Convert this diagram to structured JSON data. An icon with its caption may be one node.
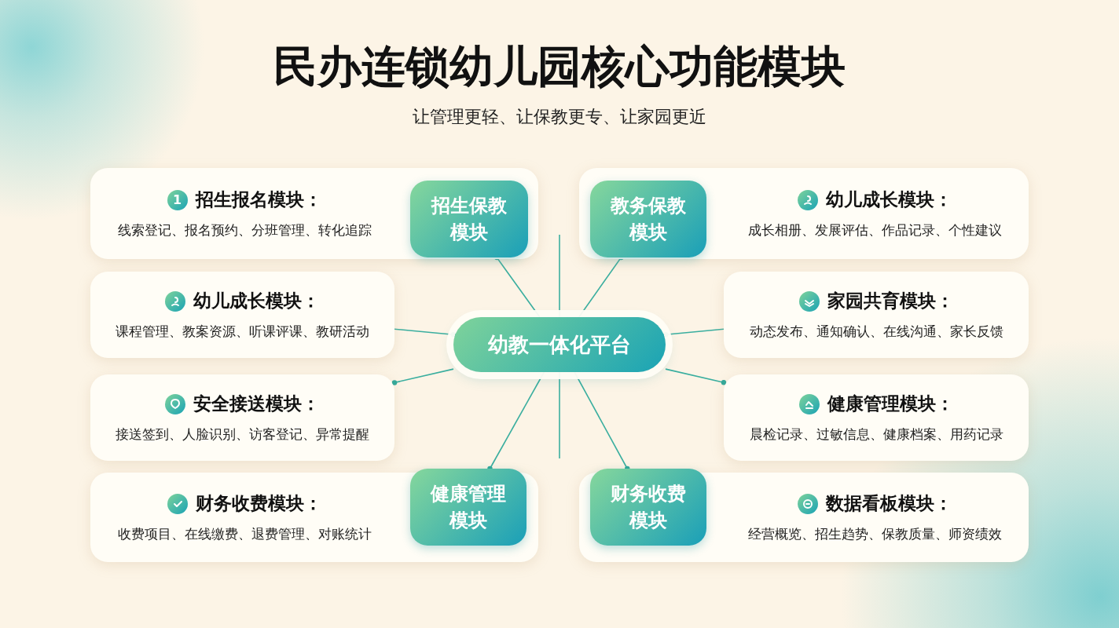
{
  "diagram": {
    "title": "民办连锁幼儿园核心功能模块",
    "caption": "让管理更轻、让保教更专、让家园更近",
    "nodes": [
      {
        "text": [
          "幼教一体化平台"
        ]
      },
      {
        "text": [
          "1",
          "招生报名模块：",
          "线索登记、报名预约、分班管理、转化追踪"
        ]
      },
      {
        "text": [
          "招生保教模块"
        ],
        "in": 1
      },
      {
        "text": [
          "幼儿成长模块：",
          "课程管理、教案资源、听课评课、教研活动"
        ]
      },
      {
        "text": [
          "安全接送模块：",
          "接送签到、人脸识别、访客登记、异常提醒"
        ]
      },
      {
        "text": [
          "财务收费模块：",
          "收费项目、在线缴费、退费管理、对账统计"
        ]
      },
      {
        "text": [
          "健康管理模块"
        ],
        "in": 5
      },
      {
        "text": [
          "幼儿成长模块：",
          "成长相册、发展评估、作品记录、个性建议"
        ]
      },
      {
        "text": [
          "教务保教模块"
        ],
        "in": 7
      },
      {
        "text": [
          "家园共育模块：",
          "动态发布、通知确认、在线沟通、家长反馈"
        ]
      },
      {
        "text": [
          "健康管理模块：",
          "晨检记录、过敏信息、健康档案、用药记录"
        ]
      },
      {
        "text": [
          "数据看板模块：",
          "经营概览、招生趋势、保教质量、师资绩效"
        ]
      },
      {
        "text": [
          "财务收费模块"
        ],
        "in": 11
      }
    ],
    "edges": [
      {
        "from": 0,
        "to": 2,
        "arrow": "other"
      },
      {
        "from": 3,
        "to": 0,
        "arrow": "other"
      },
      {
        "from": 0,
        "to": 4,
        "arrow": "other"
      },
      {
        "from": 0,
        "to": 6,
        "arrow": "other"
      },
      {
        "from": 0,
        "to": 8,
        "arrow": "other"
      },
      {
        "from": 9,
        "to": 0,
        "arrow": "other"
      },
      {
        "from": 0,
        "to": 10,
        "arrow": "other"
      },
      {
        "from": 0,
        "to": 12,
        "arrow": "other"
      },
      {
        "from": 0,
        "to": null,
        "arrow": "none"
      },
      {
        "from": 0,
        "to": null,
        "arrow": "none"
      }
    ]
  }
}
